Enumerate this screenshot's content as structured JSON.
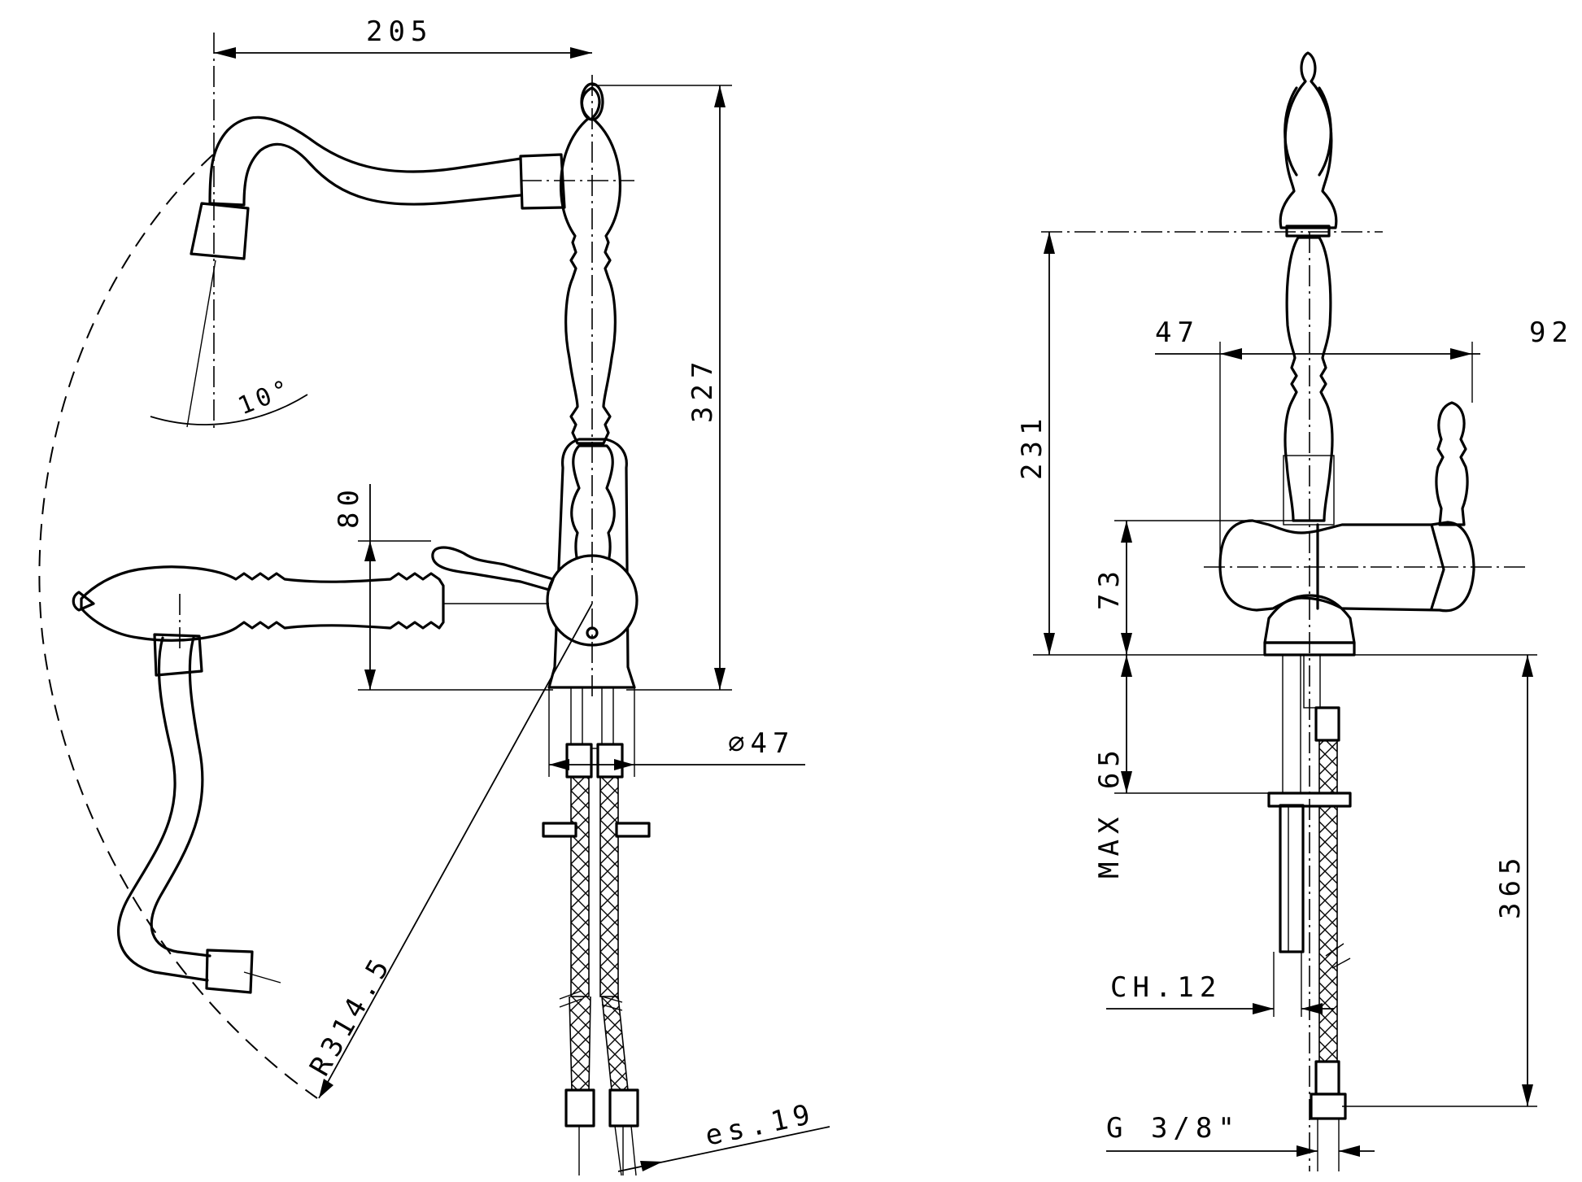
{
  "dimensions": {
    "spout_reach": "205",
    "total_height_left": "327",
    "handle_height": "80",
    "spout_angle": "10°",
    "base_diameter": "∅47",
    "swivel_radius": "R314.5",
    "hose_thickness": "es.19",
    "spout_height_right": "231",
    "body_offset_left": "47",
    "handle_offset_right": "92",
    "body_height": "73",
    "max_deck_thickness": "MAX 65",
    "hose_length": "365",
    "wrench_size": "CH.12",
    "thread": "G 3/8\""
  }
}
